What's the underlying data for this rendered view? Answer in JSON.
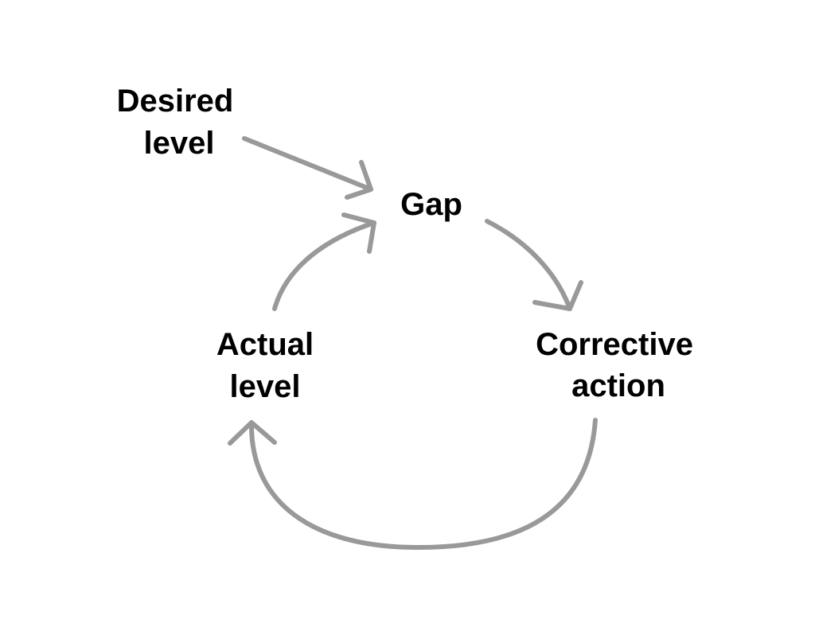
{
  "diagram": {
    "nodes": {
      "desired_level": {
        "line1": "Desired",
        "line2": "level"
      },
      "gap": {
        "line1": "Gap"
      },
      "corrective_action": {
        "line1": "Corrective",
        "line2": "action"
      },
      "actual_level": {
        "line1": "Actual",
        "line2": "level"
      }
    },
    "arrows": [
      {
        "from": "Desired level",
        "to": "Gap"
      },
      {
        "from": "Actual level",
        "to": "Gap"
      },
      {
        "from": "Gap",
        "to": "Corrective action"
      },
      {
        "from": "Corrective action",
        "to": "Actual level"
      }
    ],
    "colors": {
      "text": "#000000",
      "arrow": "#999999",
      "background": "#ffffff"
    }
  }
}
